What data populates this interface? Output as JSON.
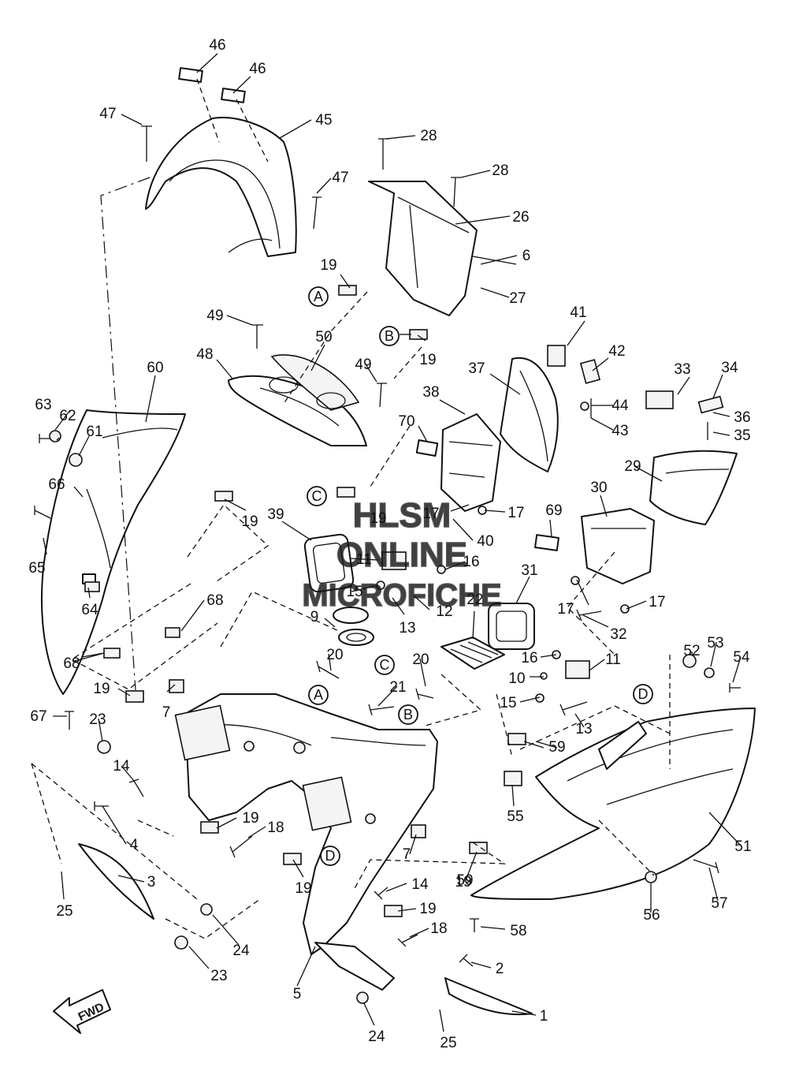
{
  "watermark": {
    "line1": "HLSM",
    "line2": "ONLINE",
    "line3": "MICROFICHE"
  },
  "fwd_label": "FWD",
  "ref_letters": [
    "A",
    "A",
    "B",
    "B",
    "C",
    "C",
    "D",
    "D"
  ],
  "callouts": [
    "1",
    "2",
    "3",
    "4",
    "5",
    "6",
    "7",
    "7",
    "9",
    "10",
    "11",
    "11",
    "12",
    "13",
    "13",
    "14",
    "14",
    "15",
    "15",
    "16",
    "16",
    "17",
    "17",
    "17",
    "17",
    "18",
    "18",
    "19",
    "19",
    "19",
    "19",
    "19",
    "19",
    "19",
    "19",
    "19",
    "20",
    "20",
    "21",
    "22",
    "23",
    "23",
    "24",
    "24",
    "25",
    "25",
    "26",
    "27",
    "28",
    "28",
    "29",
    "30",
    "31",
    "32",
    "33",
    "34",
    "35",
    "36",
    "37",
    "38",
    "39",
    "40",
    "41",
    "42",
    "43",
    "44",
    "45",
    "46",
    "46",
    "47",
    "47",
    "48",
    "49",
    "49",
    "50",
    "51",
    "52",
    "53",
    "54",
    "55",
    "56",
    "57",
    "58",
    "59",
    "59",
    "60",
    "61",
    "62",
    "63",
    "64",
    "65",
    "66",
    "67",
    "68",
    "68",
    "69",
    "70"
  ]
}
